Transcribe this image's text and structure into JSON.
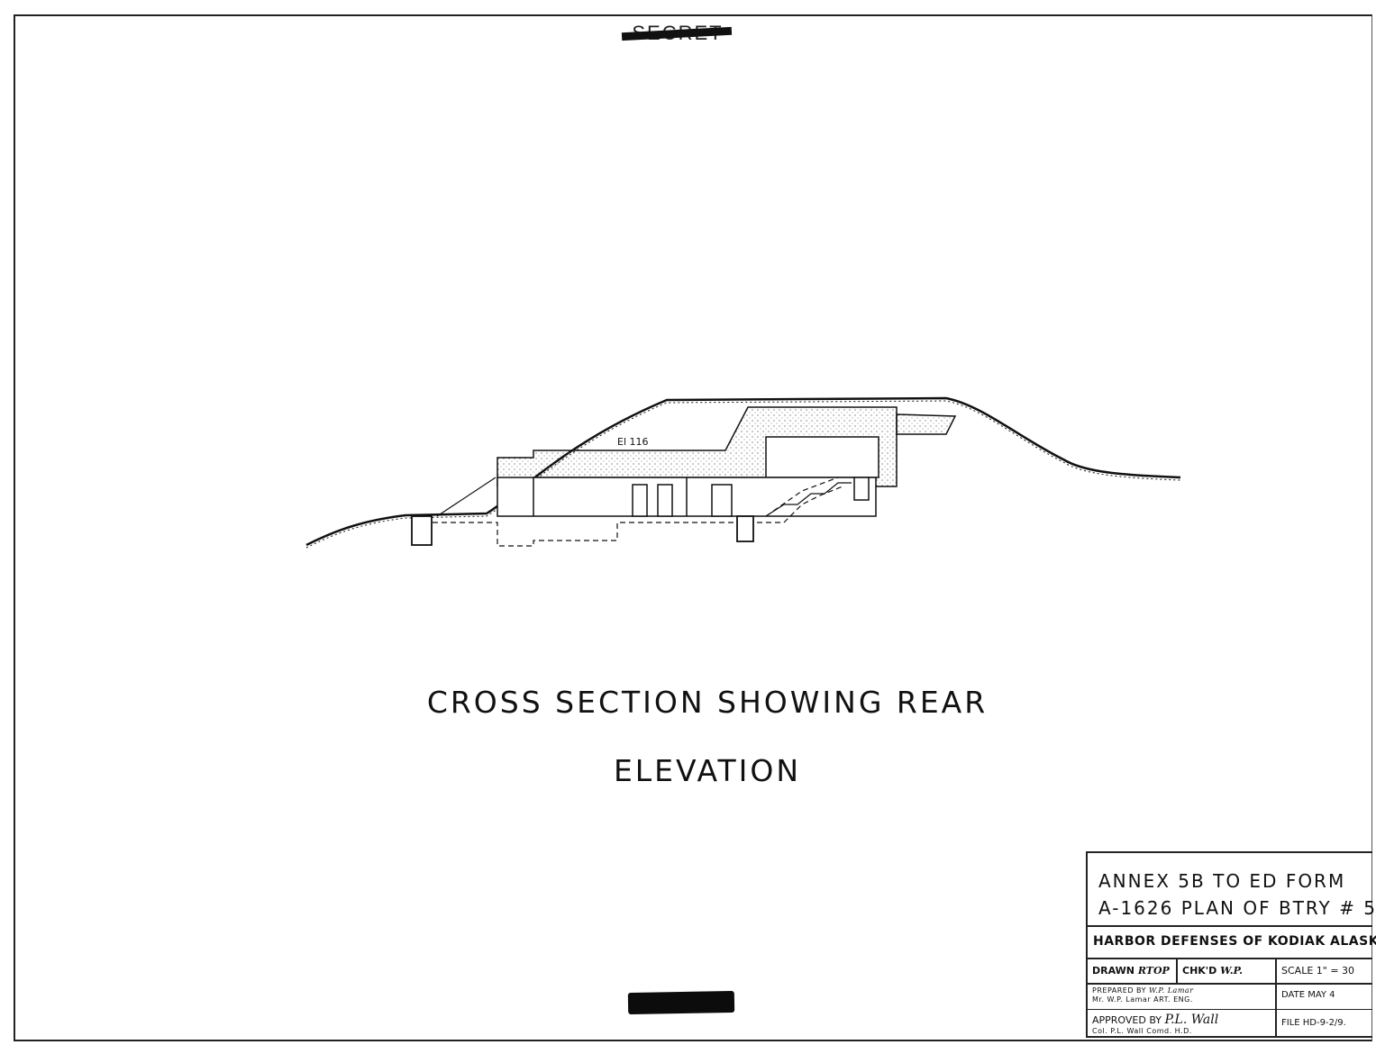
{
  "classification": {
    "top_marking": "SECRET"
  },
  "drawing": {
    "elevation_label": "El 116"
  },
  "titles": {
    "line1": "CROSS SECTION SHOWING REAR",
    "line2": "ELEVATION"
  },
  "title_block": {
    "annex_line1": "ANNEX 5B  TO  ED  FORM",
    "annex_line2": "A-1626 PLAN OF BTRY # 5",
    "harbor": "HARBOR DEFENSES OF KODIAK ALASK",
    "drawn_label": "DRAWN",
    "drawn_value": "RTOP",
    "checked_label": "CHK'D",
    "checked_value": "W.P.",
    "scale": "SCALE  1\" = 30",
    "prepared_label": "PREPARED  BY",
    "prepared_sig": "W.P. Lamar",
    "prepared_name": "Mr. W.P. Lamar   ART. ENG.",
    "date": "DATE   MAY 4",
    "approved_label": "APPROVED  BY",
    "approved_sig": "P.L. Wall",
    "approved_name": "Col. P.L. Wall  Comd. H.D.",
    "file": "FILE HD-9-2/9."
  }
}
